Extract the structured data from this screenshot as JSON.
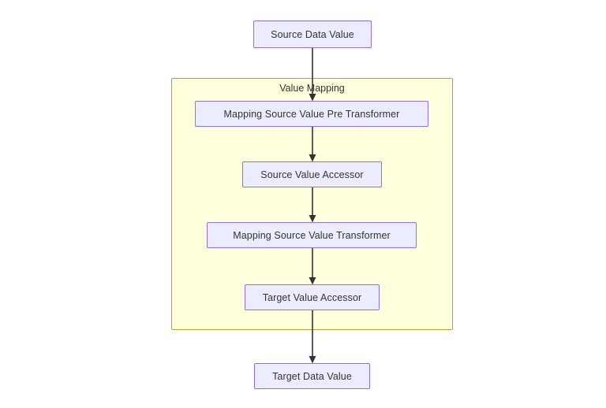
{
  "diagram": {
    "type": "flowchart",
    "direction": "top-to-bottom",
    "title": "",
    "background_color": "#ffffff",
    "cluster": {
      "label": "Value Mapping",
      "fill_color": "#ffffde",
      "border_color": "#aaaa33"
    },
    "node_style": {
      "fill_color": "#ececff",
      "border_color": "#9370db",
      "text_color": "#333333"
    },
    "edge_style": {
      "color": "#333333",
      "arrowhead": "solid-triangle"
    },
    "nodes": [
      {
        "id": "source-data-value",
        "label": "Source Data Value",
        "in_cluster": false
      },
      {
        "id": "pre-transformer",
        "label": "Mapping Source Value Pre Transformer",
        "in_cluster": true
      },
      {
        "id": "source-accessor",
        "label": "Source Value Accessor",
        "in_cluster": true
      },
      {
        "id": "transformer",
        "label": "Mapping Source Value Transformer",
        "in_cluster": true
      },
      {
        "id": "target-accessor",
        "label": "Target Value Accessor",
        "in_cluster": true
      },
      {
        "id": "target-data-value",
        "label": "Target Data Value",
        "in_cluster": false
      }
    ],
    "edges": [
      {
        "from": "source-data-value",
        "to": "pre-transformer",
        "label": ""
      },
      {
        "from": "pre-transformer",
        "to": "source-accessor",
        "label": ""
      },
      {
        "from": "source-accessor",
        "to": "transformer",
        "label": ""
      },
      {
        "from": "transformer",
        "to": "target-accessor",
        "label": ""
      },
      {
        "from": "target-accessor",
        "to": "target-data-value",
        "label": ""
      }
    ]
  }
}
